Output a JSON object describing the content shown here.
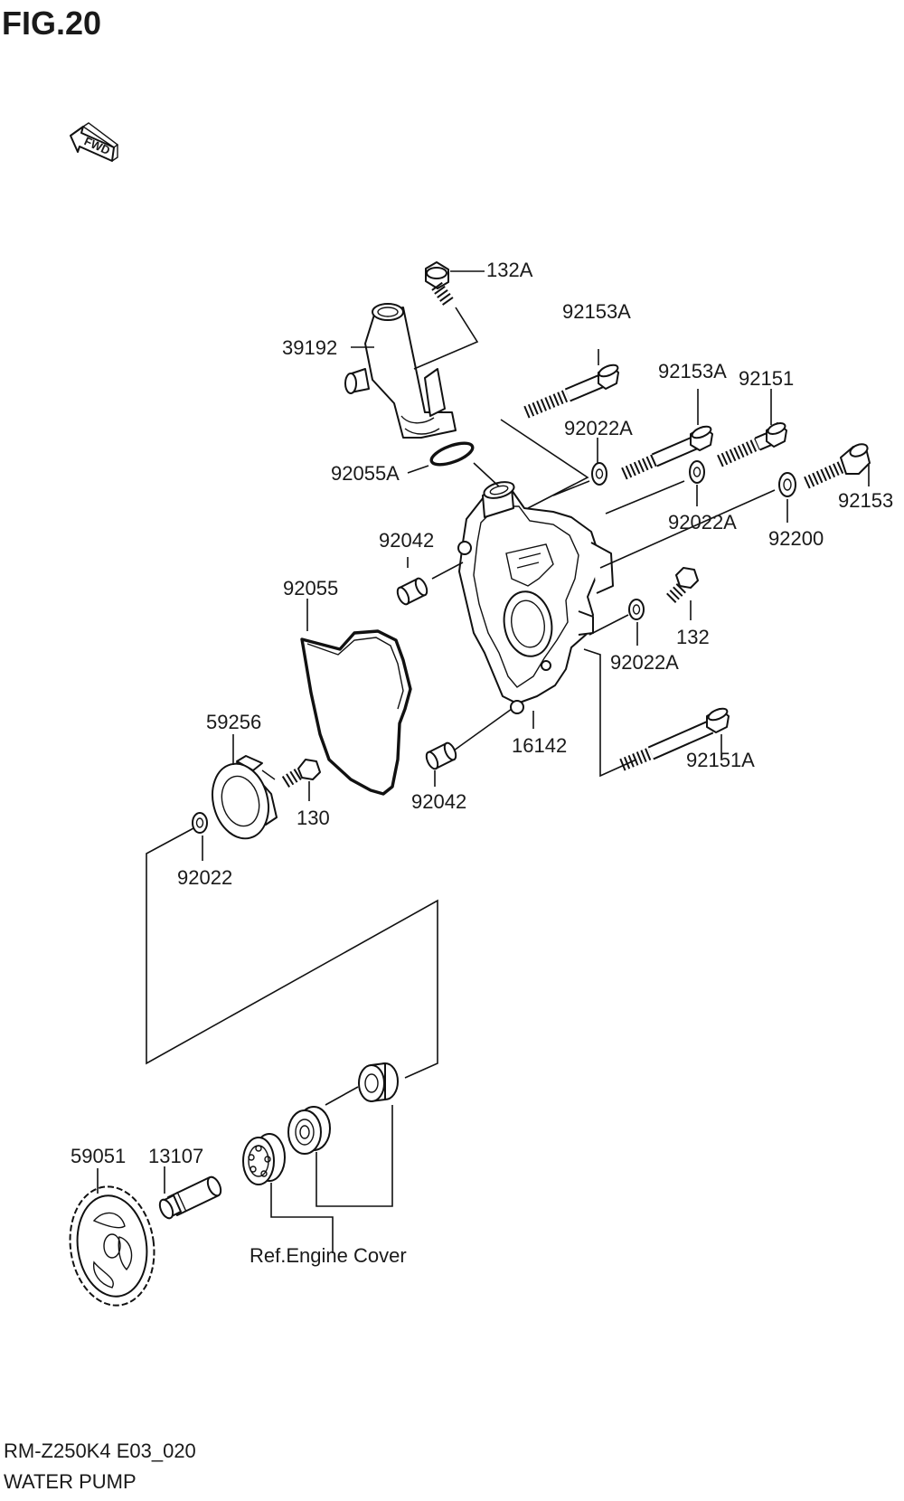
{
  "figure": {
    "title": "FIG.20",
    "direction_label": "FWD"
  },
  "callouts": {
    "c132A": "132A",
    "c39192": "39192",
    "c92153A_top": "92153A",
    "c92153A_mid": "92153A",
    "c92151": "92151",
    "c92022A_top": "92022A",
    "c92055A": "92055A",
    "c92153": "92153",
    "c92022A_mid": "92022A",
    "c92200": "92200",
    "c92042_top": "92042",
    "c92055": "92055",
    "c132": "132",
    "c92022A_low": "92022A",
    "c59256": "59256",
    "c16142": "16142",
    "c92151A": "92151A",
    "c130": "130",
    "c92042_low": "92042",
    "c92022": "92022",
    "c59051": "59051",
    "c13107": "13107",
    "ref_engine_cover": "Ref.Engine Cover"
  },
  "footer": {
    "model_code": "RM-Z250K4 E03_020",
    "section_name": "WATER PUMP"
  }
}
